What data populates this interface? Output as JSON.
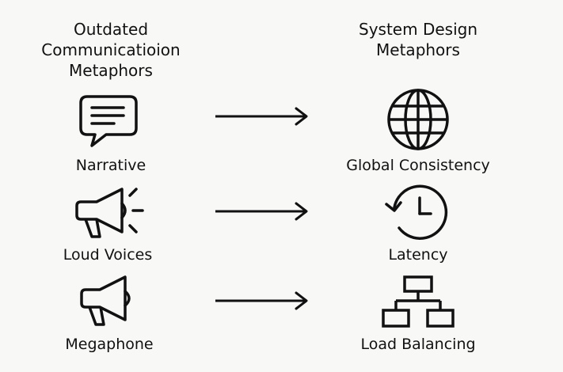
{
  "headings": {
    "left": "Outdated\nCommunicatioion\nMetaphors",
    "right": "System Design\nMetaphors"
  },
  "rows": [
    {
      "left": {
        "label": "Narrative",
        "icon": "speech-bubble-icon"
      },
      "right": {
        "label": "Global Consistency",
        "icon": "globe-icon"
      }
    },
    {
      "left": {
        "label": "Loud Voices",
        "icon": "megaphone-loud-icon"
      },
      "right": {
        "label": "Latency",
        "icon": "clock-icon"
      }
    },
    {
      "left": {
        "label": "Megaphone",
        "icon": "megaphone-icon"
      },
      "right": {
        "label": "Load Balancing",
        "icon": "hierarchy-icon"
      }
    }
  ],
  "colors": {
    "stroke": "#111111",
    "background": "#f8f8f6"
  }
}
